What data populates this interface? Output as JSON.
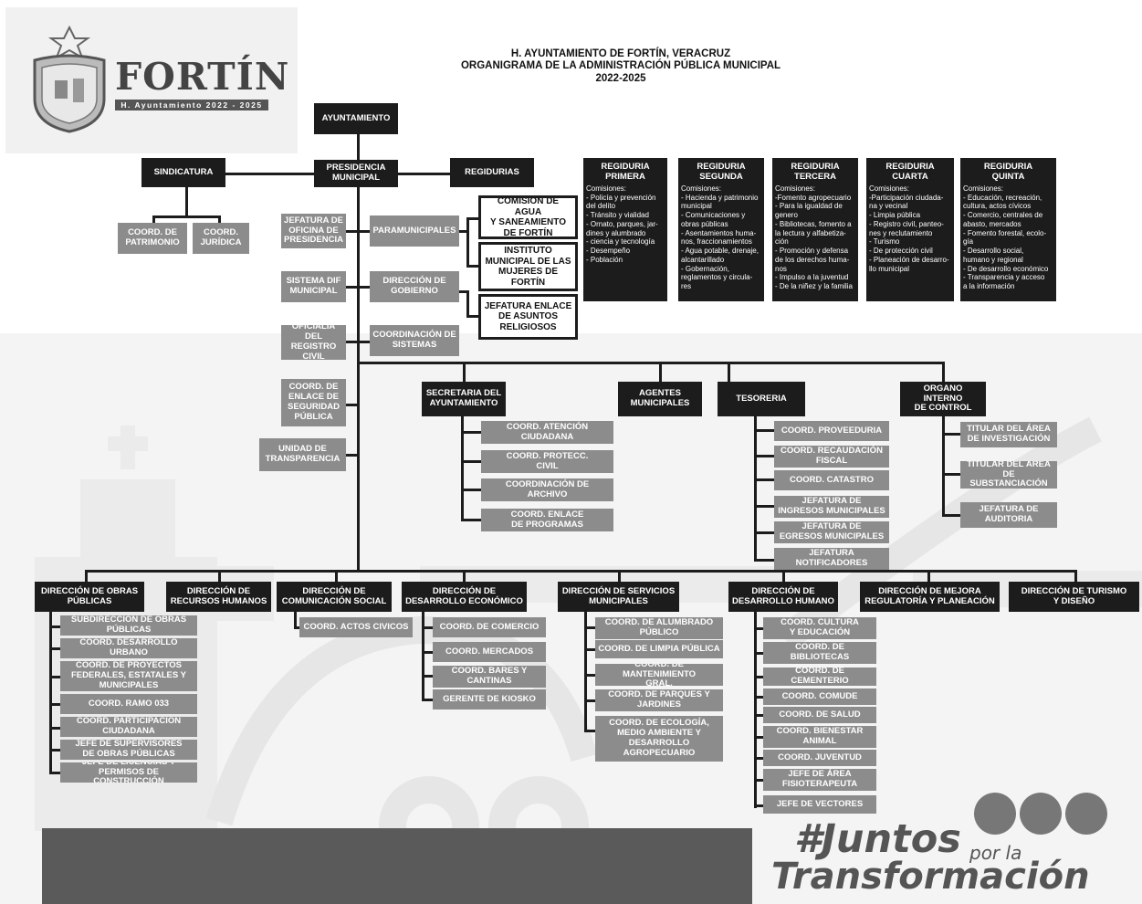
{
  "header": {
    "line1": "H. AYUNTAMIENTO DE FORTÍN, VERACRUZ",
    "line2": "ORGANIGRAMA DE LA ADMINISTRACIÓN PÚBLICA MUNICIPAL",
    "line3": "2022-2025"
  },
  "logo": {
    "name": "FORTÍN",
    "subtitle": "H. Ayuntamiento 2022 - 2025"
  },
  "footer": {
    "hashtag": "#Juntos",
    "porla": "por la",
    "transformacion": "Transformación"
  },
  "colors": {
    "dark": "#1c1c1c",
    "gray": "#8c8c8c",
    "white": "#ffffff"
  },
  "nodes": {
    "ayuntamiento": "AYUNTAMIENTO",
    "presidencia": "PRESIDENCIA\nMUNICIPAL",
    "sindicatura": "SINDICATURA",
    "regidurias": "REGIDURIAS",
    "coord_patrimonio": "COORD. DE\nPATRIMONIO",
    "coord_juridica": "COORD.\nJURÍDICA",
    "jefatura_oficina": "JEFATURA DE\nOFICINA DE\nPRESIDENCIA",
    "paramunicipales": "PARAMUNICIPALES",
    "comision_agua": "COMISIÓN DE AGUA\nY SANEAMIENTO\nDE FORTÍN",
    "instituto_mujeres": "INSTITUTO\nMUNICIPAL DE LAS\nMUJERES DE\nFORTÍN",
    "sistema_dif": "SISTEMA DIF\nMUNICIPAL",
    "direccion_gobierno": "DIRECCIÓN DE\nGOBIERNO",
    "jefatura_religiosos": "JEFATURA ENLACE\nDE ASUNTOS\nRELIGIOSOS",
    "oficialia": "OFICIALIA DEL\nREGISTRO\nCIVIL",
    "coord_sistemas": "COORDINACIÓN DE\nSISTEMAS",
    "coord_seguridad": "COORD. DE\nENLACE DE\nSEGURIDAD\nPÚBLICA",
    "unidad_transparencia": "UNIDAD DE\nTRANSPARENCIA",
    "secretaria": "SECRETARIA DEL\nAYUNTAMIENTO",
    "agentes": "AGENTES\nMUNICIPALES",
    "tesoreria": "TESORERIA",
    "organo": "ORGANO INTERNO\nDE CONTROL"
  },
  "regidurias": [
    {
      "title": "REGIDURIA\nPRIMERA",
      "text": "Comisiones:\n- Policía y prevención\ndel delito\n- Tránsito y vialidad\n- Ornato, parques, jar-\ndines y alumbrado\n- ciencia y tecnología\n- Desempeño\n- Población"
    },
    {
      "title": "REGIDURIA\nSEGUNDA",
      "text": "Comisiones:\n- Hacienda y patrimonio\nmunicipal\n- Comunicaciones y\nobras públicas\n- Asentamientos huma-\nnos, fraccionamientos\n- Agua potable, drenaje,\nalcantarillado\n- Gobernación,\nreglamentos y circula-\nres"
    },
    {
      "title": "REGIDURIA\nTERCERA",
      "text": "Comisiones:\n-Fomento agropecuario\n- Para la igualdad de\ngenero\n- Bibliotecas, fomento a\nla lectura y alfabetiza-\nción\n- Promoción y defensa\nde los derechos huma-\nnos\n- Impulso a la juventud\n- De la niñez y la familia"
    },
    {
      "title": "REGIDURIA\nCUARTA",
      "text": "Comisiones:\n-Participación ciudada-\nna y vecinal\n- Limpia pública\n- Registro civil, panteo-\nnes y reclutamiento\n- Turismo\n- De protección civil\n- Planeación de desarro-\nllo municipal"
    },
    {
      "title": "REGIDURIA\nQUINTA",
      "text": "Comisiones:\n- Educación, recreación,\ncultura, actos cívicos\n- Comercio, centrales de\nabasto, mercados\n- Fomento forestal, ecolo-\ngía\n- Desarrollo social,\nhumano y regional\n- De desarrollo económico\n- Transparencia y acceso\na la información"
    }
  ],
  "secretaria_children": [
    "COORD. ATENCIÓN\nCIUDADANA",
    "COORD. PROTECC.\nCIVIL",
    "COORDINACIÓN DE\nARCHIVO",
    "COORD. ENLACE\nDE PROGRAMAS"
  ],
  "tesoreria_children": [
    "COORD. PROVEEDURIA",
    "COORD. RECAUDACIÓN\nFISCAL",
    "COORD. CATASTRO",
    "JEFATURA DE\nINGRESOS MUNICIPALES",
    "JEFATURA DE\nEGRESOS MUNICIPALES",
    "JEFATURA\nNOTIFICADORES"
  ],
  "organo_children": [
    "TITULAR DEL ÁREA\nDE INVESTIGACIÓN",
    "TITULAR DEL ÁREA\nDE SUBSTANCIACIÓN",
    "JEFATURA DE\nAUDITORIA"
  ],
  "direcciones": [
    {
      "name": "DIRECCIÓN DE OBRAS\nPÚBLICAS",
      "children": [
        "SUBDIRECCIÓN DE OBRAS\nPÚBLICAS",
        "COORD. DESARROLLO\nURBANO",
        "COORD. DE PROYECTOS\nFEDERALES, ESTATALES Y\nMUNICIPALES",
        "COORD. RAMO 033",
        "COORD. PARTICIPACIÓN\nCIUDADANA",
        "JEFE DE SUPERVISORES\nDE OBRAS PÚBLICAS",
        "JEFE DE LICENCIAS Y\nPERMISOS DE CONSTRUCCIÓN"
      ]
    },
    {
      "name": "DIRECCIÓN DE\nRECURSOS HUMANOS",
      "children": []
    },
    {
      "name": "DIRECCIÓN DE\nCOMUNICACIÓN SOCIAL",
      "children": [
        "COORD. ACTOS CIVICOS"
      ]
    },
    {
      "name": "DIRECCIÓN DE\nDESARROLLO ECONÓMICO",
      "children": [
        "COORD. DE COMERCIO",
        "COORD. MERCADOS",
        "COORD. BARES Y\nCANTINAS",
        "GERENTE DE KIOSKO"
      ]
    },
    {
      "name": "DIRECCIÓN DE SERVICIOS\nMUNICIPALES",
      "children": [
        "COORD. DE ALUMBRADO\nPÚBLICO",
        "COORD. DE LIMPIA PÚBLICA",
        "COORD. DE MANTENIMIENTO\nGRAL.",
        "COORD. DE PARQUES Y\nJARDINES",
        "COORD. DE ECOLOGÍA,\nMEDIO AMBIENTE Y\nDESARROLLO\nAGROPECUARIO"
      ]
    },
    {
      "name": "DIRECCIÓN DE\nDESARROLLO HUMANO",
      "children": [
        "COORD. CULTURA\nY EDUCACIÓN",
        "COORD. DE\nBIBLIOTECAS",
        "COORD. DE CEMENTERIO",
        "COORD. COMUDE",
        "COORD. DE SALUD",
        "COORD. BIENESTAR\nANIMAL",
        "COORD. JUVENTUD",
        "JEFE DE ÁREA\nFISIOTERAPEUTA",
        "JEFE DE VECTORES"
      ]
    },
    {
      "name": "DIRECCIÓN DE MEJORA\nREGULATORÍA Y PLANEACIÓN",
      "children": []
    },
    {
      "name": "DIRECCIÓN DE TURISMO\nY DISEÑO",
      "children": []
    }
  ]
}
